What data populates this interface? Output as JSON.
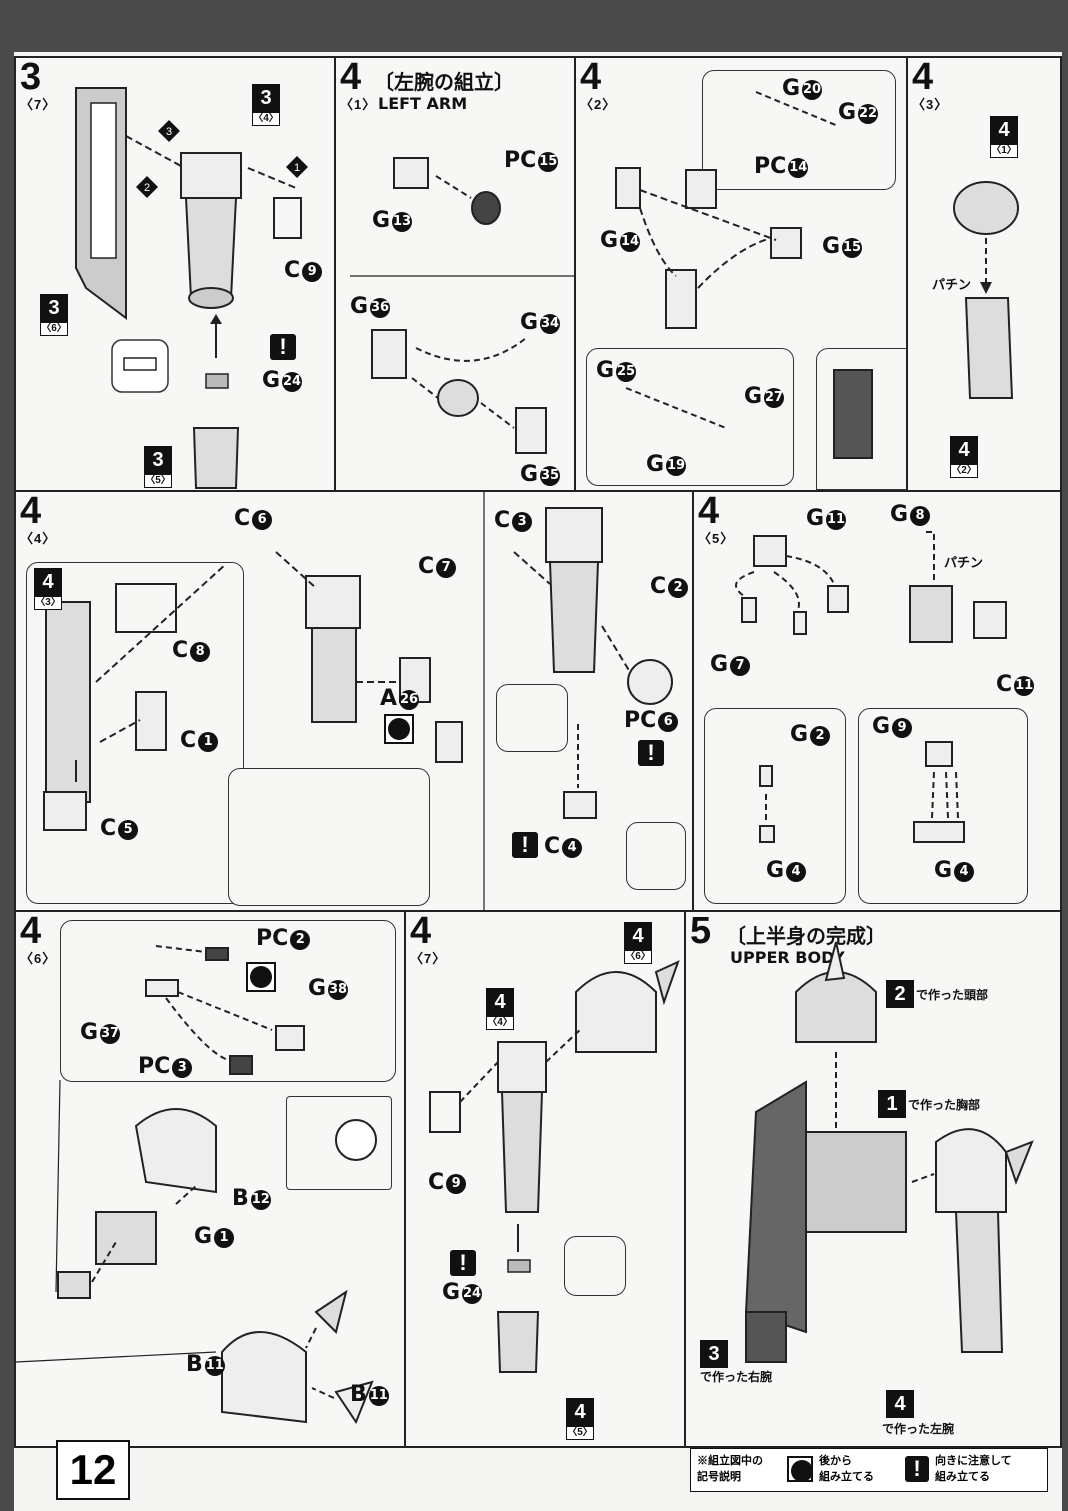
{
  "page_number": "12",
  "panels": {
    "p3_7": {
      "step": "3",
      "sub": "〈7〉",
      "refs": [
        {
          "n": "3",
          "s": "〈4〉"
        },
        {
          "n": "3",
          "s": "〈6〉"
        },
        {
          "n": "3",
          "s": "〈5〉"
        }
      ],
      "labels": {
        "c9": "C",
        "c9n": "9",
        "g24": "G",
        "g24n": "24"
      }
    },
    "p4_1": {
      "step": "4",
      "sub": "〈1〉",
      "jp_title": "〔左腕の組立〕",
      "en_title": "LEFT ARM",
      "labels": {
        "pc15": "PC",
        "pc15n": "15",
        "g13": "G",
        "g13n": "13",
        "g36": "G",
        "g36n": "36",
        "g34": "G",
        "g34n": "34",
        "g35": "G",
        "g35n": "35"
      }
    },
    "p4_2": {
      "step": "4",
      "sub": "〈2〉",
      "labels": {
        "g20": "G",
        "g20n": "20",
        "g22": "G",
        "g22n": "22",
        "pc14": "PC",
        "pc14n": "14",
        "g14": "G",
        "g14n": "14",
        "g15": "G",
        "g15n": "15",
        "g25": "G",
        "g25n": "25",
        "g27": "G",
        "g27n": "27",
        "g19": "G",
        "g19n": "19"
      }
    },
    "p4_3": {
      "step": "4",
      "sub": "〈3〉",
      "refs": [
        {
          "n": "4",
          "s": "〈1〉"
        },
        {
          "n": "4",
          "s": "〈2〉"
        }
      ],
      "sfx": "パチン"
    },
    "p4_4": {
      "step": "4",
      "sub": "〈4〉",
      "refs": [
        {
          "n": "4",
          "s": "〈3〉"
        }
      ],
      "labels": {
        "c6": "C",
        "c6n": "6",
        "c7": "C",
        "c7n": "7",
        "c8": "C",
        "c8n": "8",
        "c1": "C",
        "c1n": "1",
        "c5": "C",
        "c5n": "5",
        "a26": "A",
        "a26n": "26",
        "c3": "C",
        "c3n": "3",
        "c2": "C",
        "c2n": "2",
        "pc6": "PC",
        "pc6n": "6",
        "c4": "C",
        "c4n": "4"
      }
    },
    "p4_5": {
      "step": "4",
      "sub": "〈5〉",
      "sfx": "パチン",
      "labels": {
        "g11": "G",
        "g11n": "11",
        "g8": "G",
        "g8n": "8",
        "g7": "G",
        "g7n": "7",
        "c11": "C",
        "c11n": "11",
        "g2": "G",
        "g2n": "2",
        "g4a": "G",
        "g4an": "4",
        "g9": "G",
        "g9n": "9",
        "g4b": "G",
        "g4bn": "4"
      }
    },
    "p4_6": {
      "step": "4",
      "sub": "〈6〉",
      "labels": {
        "pc2": "PC",
        "pc2n": "2",
        "g38": "G",
        "g38n": "38",
        "g37": "G",
        "g37n": "37",
        "pc3": "PC",
        "pc3n": "3",
        "b12": "B",
        "b12n": "12",
        "g1": "G",
        "g1n": "1",
        "b11a": "B",
        "b11an": "11",
        "b11b": "B",
        "b11bn": "11"
      }
    },
    "p4_7": {
      "step": "4",
      "sub": "〈7〉",
      "refs": [
        {
          "n": "4",
          "s": "〈6〉"
        },
        {
          "n": "4",
          "s": "〈4〉"
        },
        {
          "n": "4",
          "s": "〈5〉"
        }
      ],
      "labels": {
        "c9": "C",
        "c9n": "9",
        "g24": "G",
        "g24n": "24"
      }
    },
    "p5": {
      "step": "5",
      "jp_title": "〔上半身の完成〕",
      "en_title": "UPPER BODY",
      "notes": {
        "head": "で作った頭部",
        "chest": "で作った胸部",
        "right_arm": "で作った右腕",
        "left_arm": "で作った左腕"
      },
      "refs": [
        {
          "n": "2"
        },
        {
          "n": "1"
        },
        {
          "n": "3"
        },
        {
          "n": "4"
        }
      ]
    }
  },
  "legend": {
    "title_line1": "※組立図中の",
    "title_line2": "記号説明",
    "item1_line1": "後から",
    "item1_line2": "組み立てる",
    "item2_line1": "向きに注意して",
    "item2_line2": "組み立てる"
  }
}
